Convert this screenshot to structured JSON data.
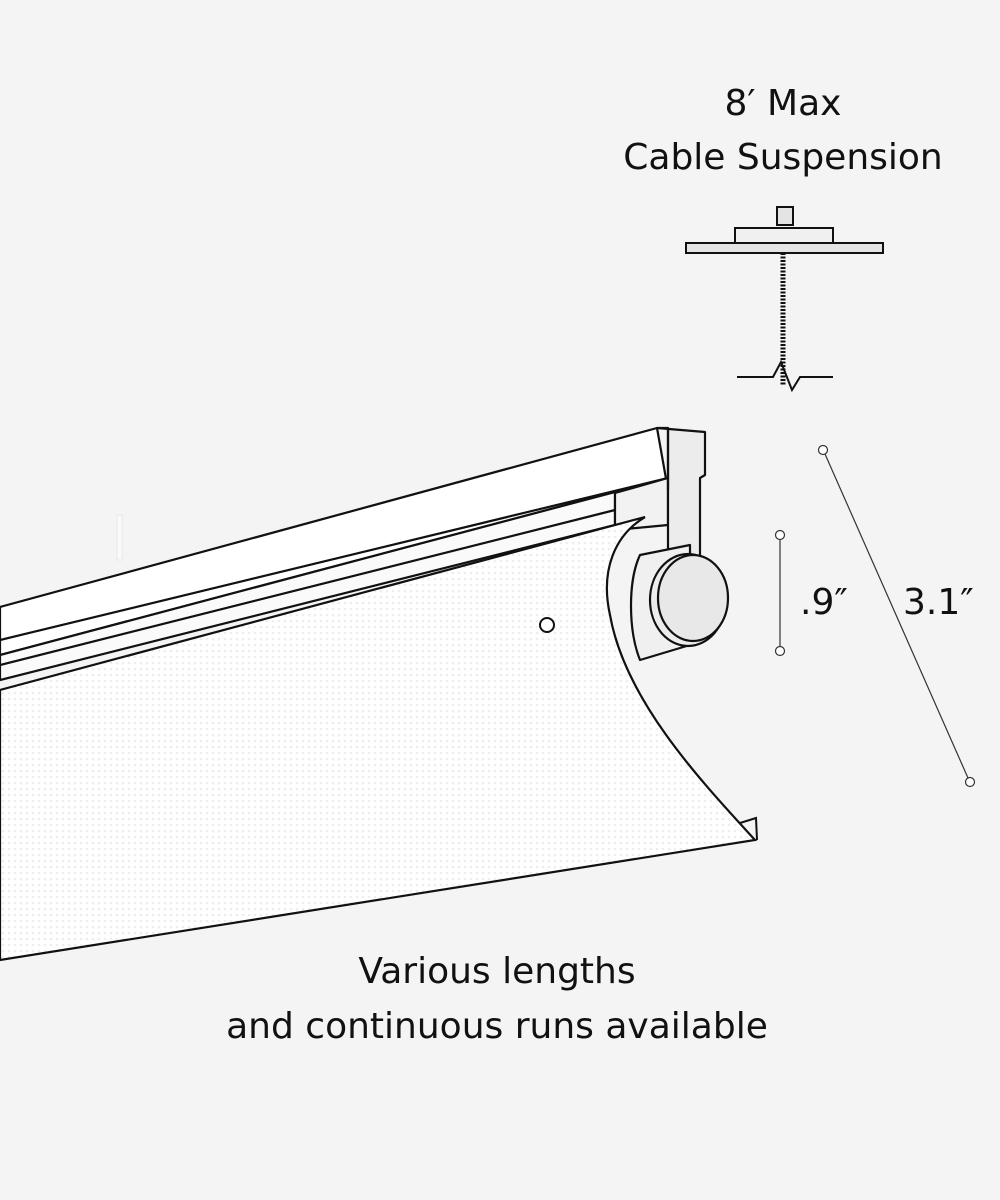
{
  "suspension": {
    "line1": "8′ Max",
    "line2": "Cable Suspension"
  },
  "dimensions": {
    "height": ".9″",
    "width": "3.1″"
  },
  "footer": {
    "line1": "Various lengths",
    "line2": "and continuous runs available"
  },
  "colors": {
    "background": "#f4f4f4",
    "stroke": "#111111",
    "fill": "#ffffff",
    "cap": "#e6e6e6"
  }
}
